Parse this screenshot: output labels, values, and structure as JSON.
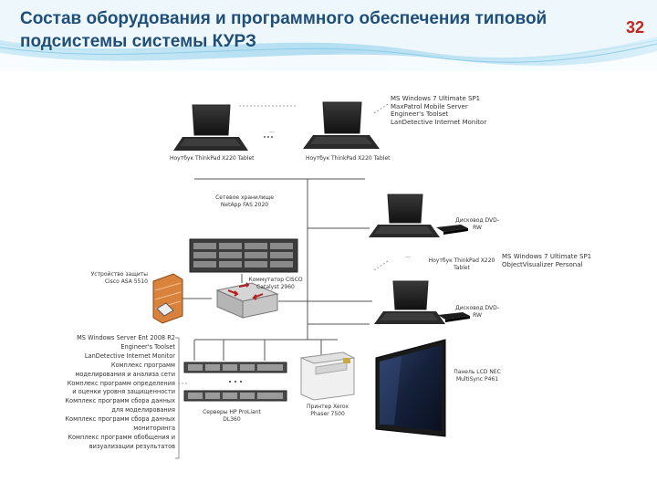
{
  "slide": {
    "title": "Состав оборудования и программного обеспечения типовой подсистемы системы КУРЗ",
    "page_number": "32"
  },
  "labels": {
    "laptop1": "Ноутбук ThinkPad X220 Tablet",
    "laptop2": "Ноутбук ThinkPad X220 Tablet",
    "ellipsis_top": "...",
    "storage": "Сетевое хранилище NetApp FAS 2020",
    "dvd1": "Дисковод DVD-RW",
    "ellipsis_mid": "...",
    "laptop3": "Ноутбук ThinkPad X220 Tablet",
    "firewall": "Устройство защиты Cisco ASA 5510",
    "switch": "Коммутатор CISCO Catalyst 2960",
    "dvd2": "Дисковод DVD-RW",
    "servers": "Серверы HP ProLiant DL360",
    "printer": "Принтер Xerox Phaser 7500",
    "monitor": "Панель LCD NEC MultiSync P461"
  },
  "software_top": [
    "MS Windows 7 Ultimate SP1",
    "MaxPatrol Mobile Server",
    "Engineer's Toolset",
    "LanDetective Internet Monitor"
  ],
  "software_mid": [
    "MS Windows 7 Ultimate SP1",
    "ObjectVisualizer Personal"
  ],
  "software_server": [
    "MS Windows Server Ent 2008 R2",
    "Engineer's Toolset",
    "LanDetective Internet Monitor",
    "Комплекс программ",
    "моделирования и анализа сети",
    "Комплекс программ определения",
    "и оценки уровня защищенности",
    "Комплекс программ сбора данных",
    "для моделирования",
    "Комплекс программ сбора данных",
    "мониторинга",
    "Комплекс программ обобщения и",
    "визуализации результатов"
  ],
  "colors": {
    "title": "#1f4e79",
    "page_number": "#c0261c",
    "header_wave": "#9fd3ec"
  }
}
